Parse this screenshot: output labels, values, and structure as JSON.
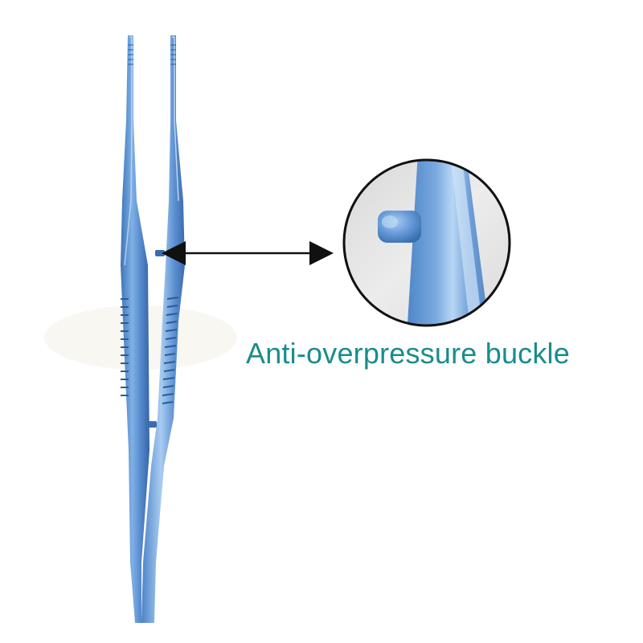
{
  "callout": {
    "label": "Anti-overpressure buckle",
    "label_color": "#1a8c8c"
  },
  "product": {
    "subject": "tweezers-forceps",
    "metal_color": "#4f86c8",
    "metal_highlight": "#b4d2f2",
    "metal_shadow": "#2e5f9e"
  },
  "arrow": {
    "color": "#111111",
    "style": "double-headed"
  },
  "magnifier": {
    "border_color": "#111111",
    "background_color": "#e6e6e6"
  }
}
